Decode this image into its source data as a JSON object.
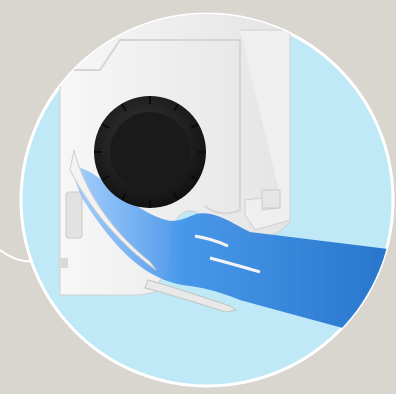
{
  "scene": {
    "subject": "air-conditioner-indoor-unit-cross-section",
    "colors": {
      "page_background": "#d9d5cf",
      "circle_fill": "#bfe9f6",
      "circle_border": "#ffffff",
      "unit_body": "#ececec",
      "fan": "#1f1f1f",
      "airflow": "#2d7fd6"
    },
    "icons": {
      "fan": "cross-flow-fan",
      "airflow": "airflow-stream",
      "louver": "horizontal-louver"
    }
  }
}
